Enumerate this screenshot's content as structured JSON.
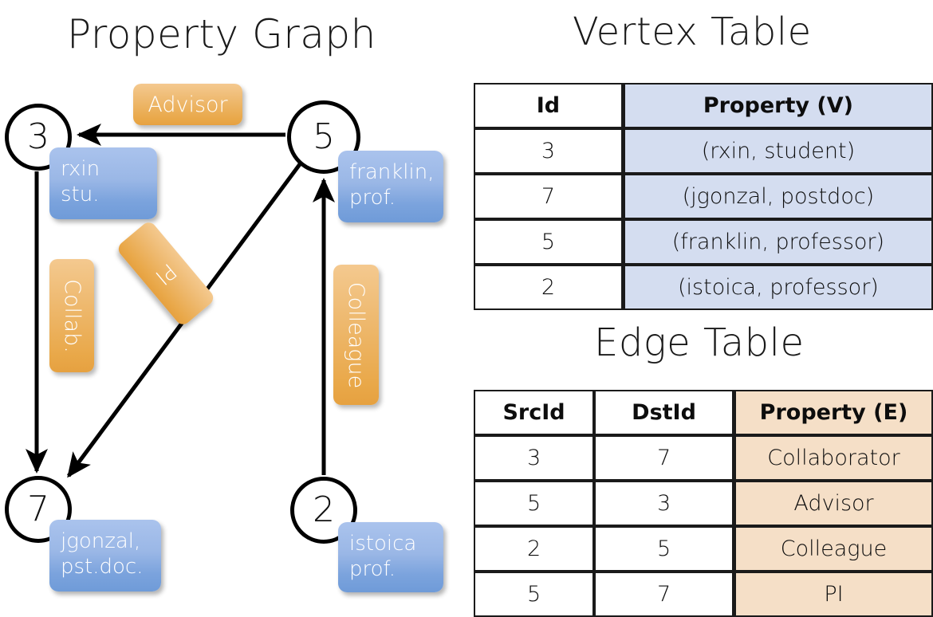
{
  "titles": {
    "graph": "Property Graph",
    "vertex_table": "Vertex Table",
    "edge_table": "Edge Table"
  },
  "graph": {
    "vertices": [
      {
        "id": "3",
        "prop_lines": [
          "rxin",
          "stu."
        ]
      },
      {
        "id": "5",
        "prop_lines": [
          "franklin,",
          "prof."
        ]
      },
      {
        "id": "7",
        "prop_lines": [
          "jgonzal,",
          "pst.doc."
        ]
      },
      {
        "id": "2",
        "prop_lines": [
          "istoica",
          "prof."
        ]
      }
    ],
    "edge_labels": {
      "advisor": "Advisor",
      "collab": "Collab.",
      "pi": "PI",
      "colleague": "Colleague"
    }
  },
  "vertex_table": {
    "headers": [
      "Id",
      "Property (V)"
    ],
    "rows": [
      {
        "id": "3",
        "property": "(rxin, student)"
      },
      {
        "id": "7",
        "property": "(jgonzal, postdoc)"
      },
      {
        "id": "5",
        "property": "(franklin, professor)"
      },
      {
        "id": "2",
        "property": "(istoica, professor)"
      }
    ]
  },
  "edge_table": {
    "headers": [
      "SrcId",
      "DstId",
      "Property (E)"
    ],
    "rows": [
      {
        "src": "3",
        "dst": "7",
        "property": "Collaborator"
      },
      {
        "src": "5",
        "dst": "3",
        "property": "Advisor"
      },
      {
        "src": "2",
        "dst": "5",
        "property": "Colleague"
      },
      {
        "src": "5",
        "dst": "7",
        "property": "PI"
      }
    ]
  },
  "colors": {
    "vertex_prop_fill": "#d4ddf0",
    "edge_prop_fill": "#f5dfc7",
    "callout_blue": "#8fb2e4",
    "callout_orange": "#eeb468",
    "stroke": "#000000"
  }
}
